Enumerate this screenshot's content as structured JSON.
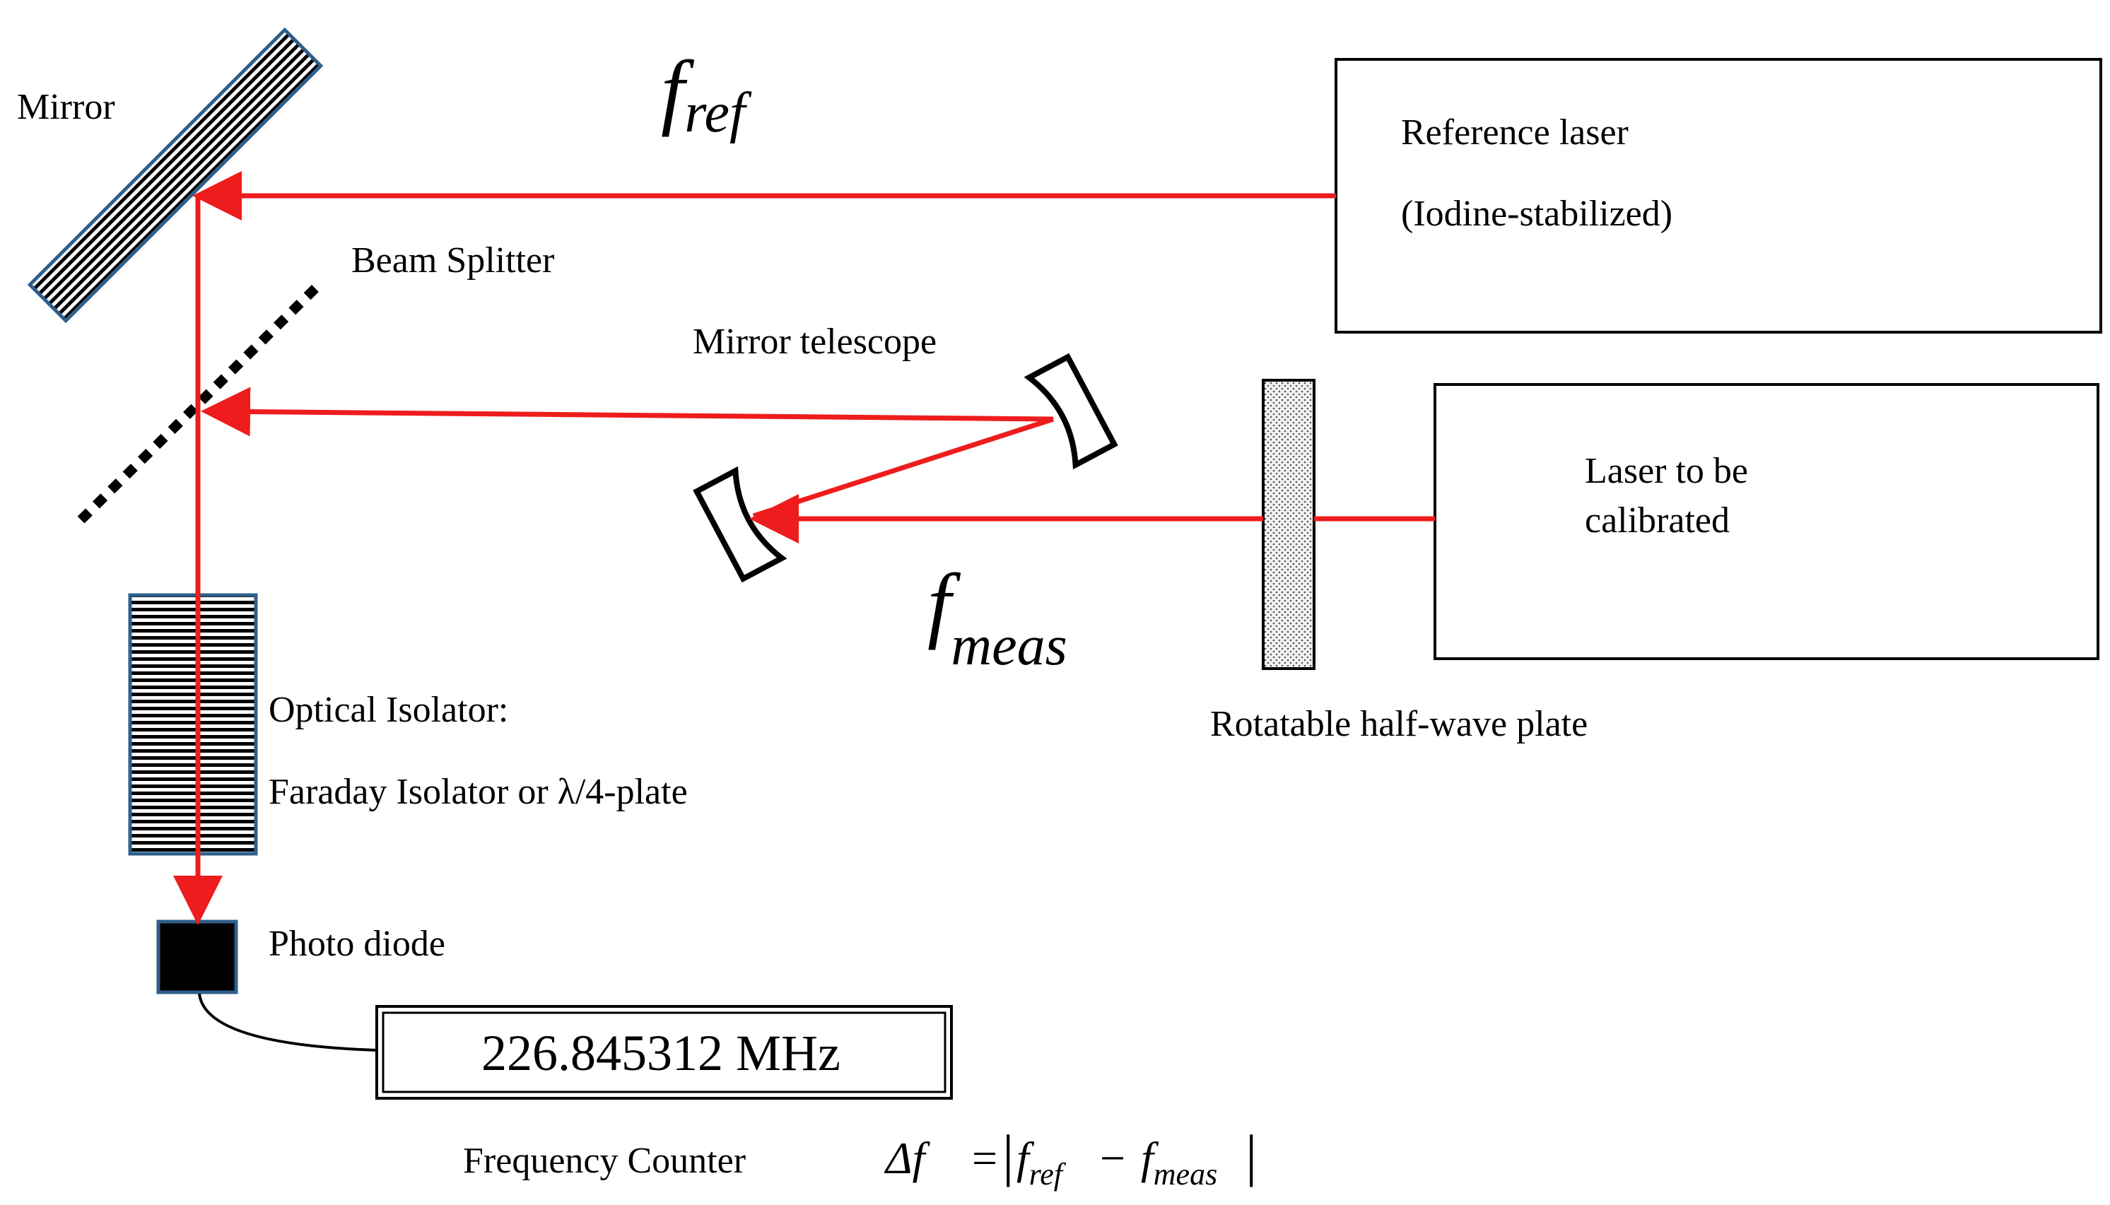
{
  "labels": {
    "mirror": "Mirror",
    "beam_splitter": "Beam Splitter",
    "mirror_telescope": "Mirror telescope",
    "reference_laser_line1": "Reference laser",
    "reference_laser_line2": "(Iodine-stabilized)",
    "laser_cal_line1": "Laser to be",
    "laser_cal_line2": "calibrated",
    "half_wave_plate": "Rotatable half-wave plate",
    "isolator_line1": "Optical Isolator:",
    "isolator_line2": "Faraday Isolator or λ/4-plate",
    "photo_diode": "Photo diode",
    "frequency_counter": "Frequency Counter"
  },
  "symbols": {
    "f": "f",
    "ref": "ref",
    "meas": "meas",
    "delta_f": "Δf",
    "equals": "=",
    "bar": "|",
    "minus": "−"
  },
  "counter": {
    "reading": "226.845312 MHz"
  },
  "colors": {
    "beam": "#ee1c1c",
    "element_border": "#2e5f8a",
    "black": "#000000"
  }
}
